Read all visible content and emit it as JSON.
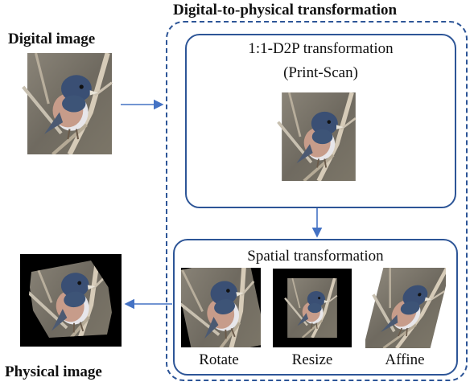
{
  "title": "Digital-to-physical transformation",
  "digital_label": "Digital image",
  "physical_label": "Physical image",
  "d2p": {
    "line1": "1:1-D2P transformation",
    "line2": "(Print-Scan)"
  },
  "spatial": {
    "title": "Spatial transformation",
    "captions": [
      "Rotate",
      "Resize",
      "Affine"
    ]
  },
  "colors": {
    "border": "#2d5597",
    "arrow": "#4472c4"
  }
}
